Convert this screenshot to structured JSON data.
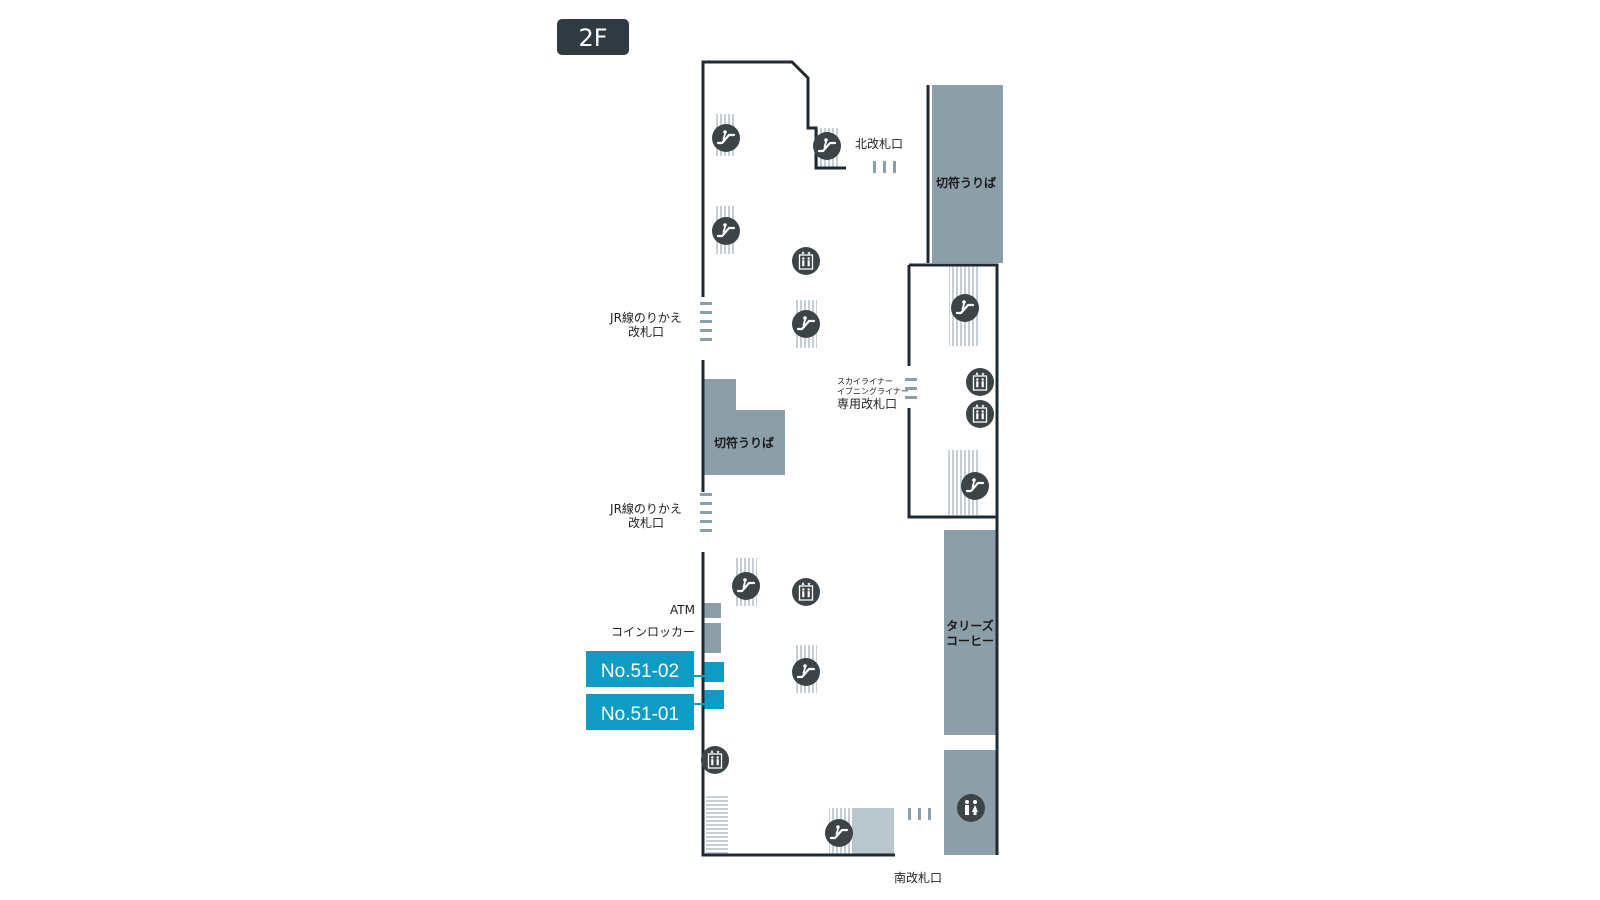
{
  "floor": {
    "label": "2F"
  },
  "labels": {
    "north_gate": "北改札口",
    "south_gate": "南改札口",
    "jr_transfer_1_line1": "JR線のりかえ",
    "jr_transfer_1_line2": "改札口",
    "jr_transfer_2_line1": "JR線のりかえ",
    "jr_transfer_2_line2": "改札口",
    "skyliner_line1": "スカイライナー",
    "skyliner_line2": "イブニングライナー",
    "skyliner_line3": "専用改札口",
    "atm": "ATM",
    "coin_locker": "コインロッカー"
  },
  "shops": {
    "ticket_right": "切符うりば",
    "ticket_left": "切符うりば",
    "tullys_line1": "タリーズ",
    "tullys_line2": "コーヒー"
  },
  "lockers": [
    {
      "label": "No.51-02"
    },
    {
      "label": "No.51-01"
    }
  ],
  "icons": {
    "escalator": "escalator-icon",
    "elevator": "elevator-icon",
    "restroom": "restroom-icon"
  },
  "colors": {
    "wall": "#1f2b33",
    "shop_fill": "#8c9fa8",
    "light_fill": "#b9c6cc",
    "icon_bg": "#3d4448",
    "locker_accent": "#0e9cc4",
    "floor_badge": "#2f3b40"
  }
}
